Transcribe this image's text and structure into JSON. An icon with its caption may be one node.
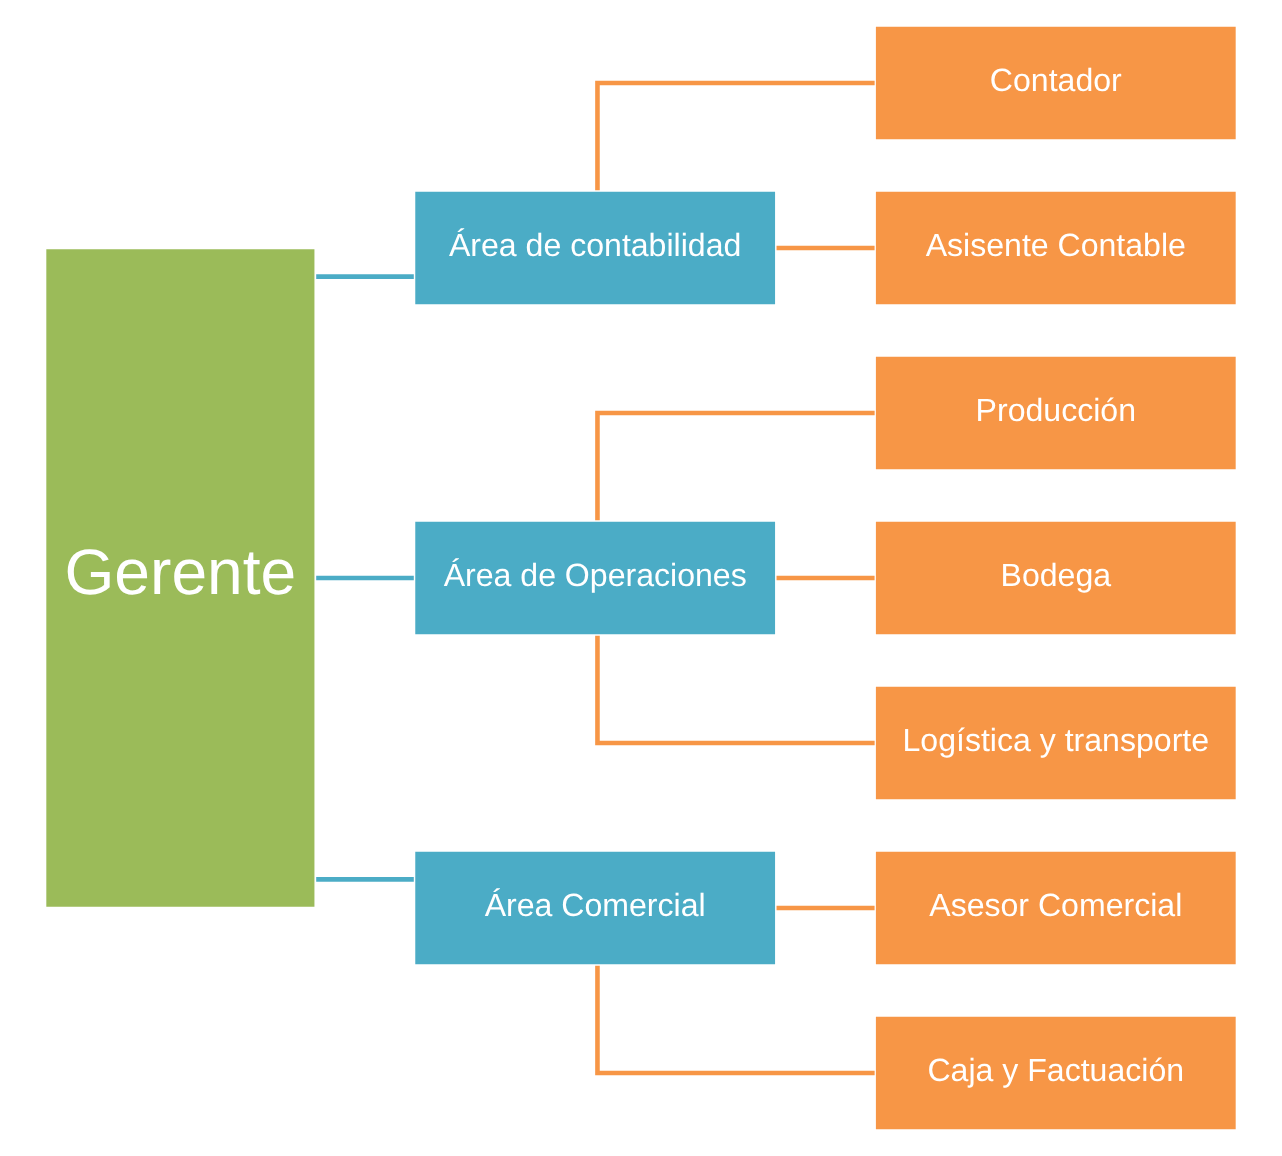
{
  "diagram": {
    "nodes": [
      {
        "text": [
          "Gerente"
        ]
      },
      {
        "text": [
          "Área de contabilidad"
        ]
      },
      {
        "text": [
          "Área de Operaciones"
        ]
      },
      {
        "text": [
          "Área Comercial"
        ]
      },
      {
        "text": [
          "Contador"
        ]
      },
      {
        "text": [
          "Asisente Contable"
        ]
      },
      {
        "text": [
          "Producción"
        ]
      },
      {
        "text": [
          "Bodega"
        ]
      },
      {
        "text": [
          "Logística y transporte"
        ]
      },
      {
        "text": [
          "Asesor Comercial"
        ]
      },
      {
        "text": [
          "Caja y Factuación"
        ]
      }
    ],
    "edges": [
      {
        "from": 0,
        "to": 1,
        "arrow": "none",
        "color": "#4bacc6"
      },
      {
        "from": 0,
        "to": 2,
        "arrow": "none",
        "color": "#4bacc6"
      },
      {
        "from": 0,
        "to": 3,
        "arrow": "none",
        "color": "#4bacc6"
      },
      {
        "from": 1,
        "to": 4,
        "arrow": "none"
      },
      {
        "from": 1,
        "to": 5,
        "arrow": "none"
      },
      {
        "from": 2,
        "to": 6,
        "arrow": "none"
      },
      {
        "from": 2,
        "to": 7,
        "arrow": "none"
      },
      {
        "from": 2,
        "to": 8,
        "arrow": "none"
      },
      {
        "from": 3,
        "to": 9,
        "arrow": "none"
      },
      {
        "from": 3,
        "to": 10,
        "arrow": "none"
      }
    ]
  }
}
